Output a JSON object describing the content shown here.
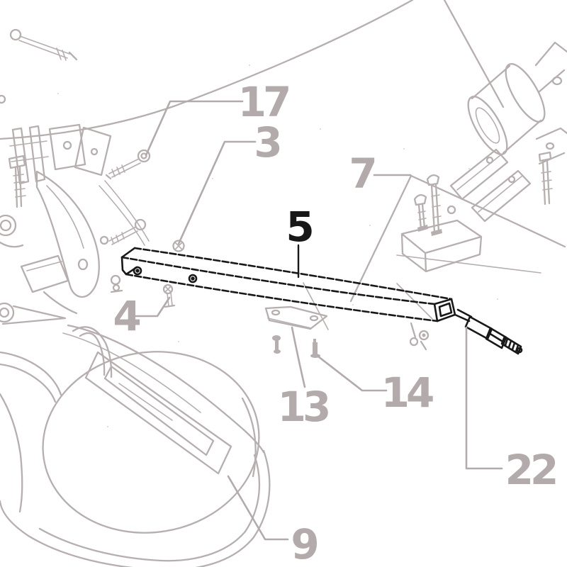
{
  "diagram": {
    "type": "exploded-parts-diagram",
    "background": "#ffffff",
    "colors": {
      "line_gray": "#b7afaf",
      "label_gray": "#b3abab",
      "highlight_black": "#181818"
    },
    "highlighted_callout": "5",
    "callouts": [
      {
        "number": "17",
        "style": "gray"
      },
      {
        "number": "3",
        "style": "gray"
      },
      {
        "number": "7",
        "style": "gray"
      },
      {
        "number": "5",
        "style": "black"
      },
      {
        "number": "4",
        "style": "gray"
      },
      {
        "number": "13",
        "style": "gray"
      },
      {
        "number": "14",
        "style": "gray"
      },
      {
        "number": "22",
        "style": "gray"
      },
      {
        "number": "9",
        "style": "gray"
      }
    ]
  }
}
